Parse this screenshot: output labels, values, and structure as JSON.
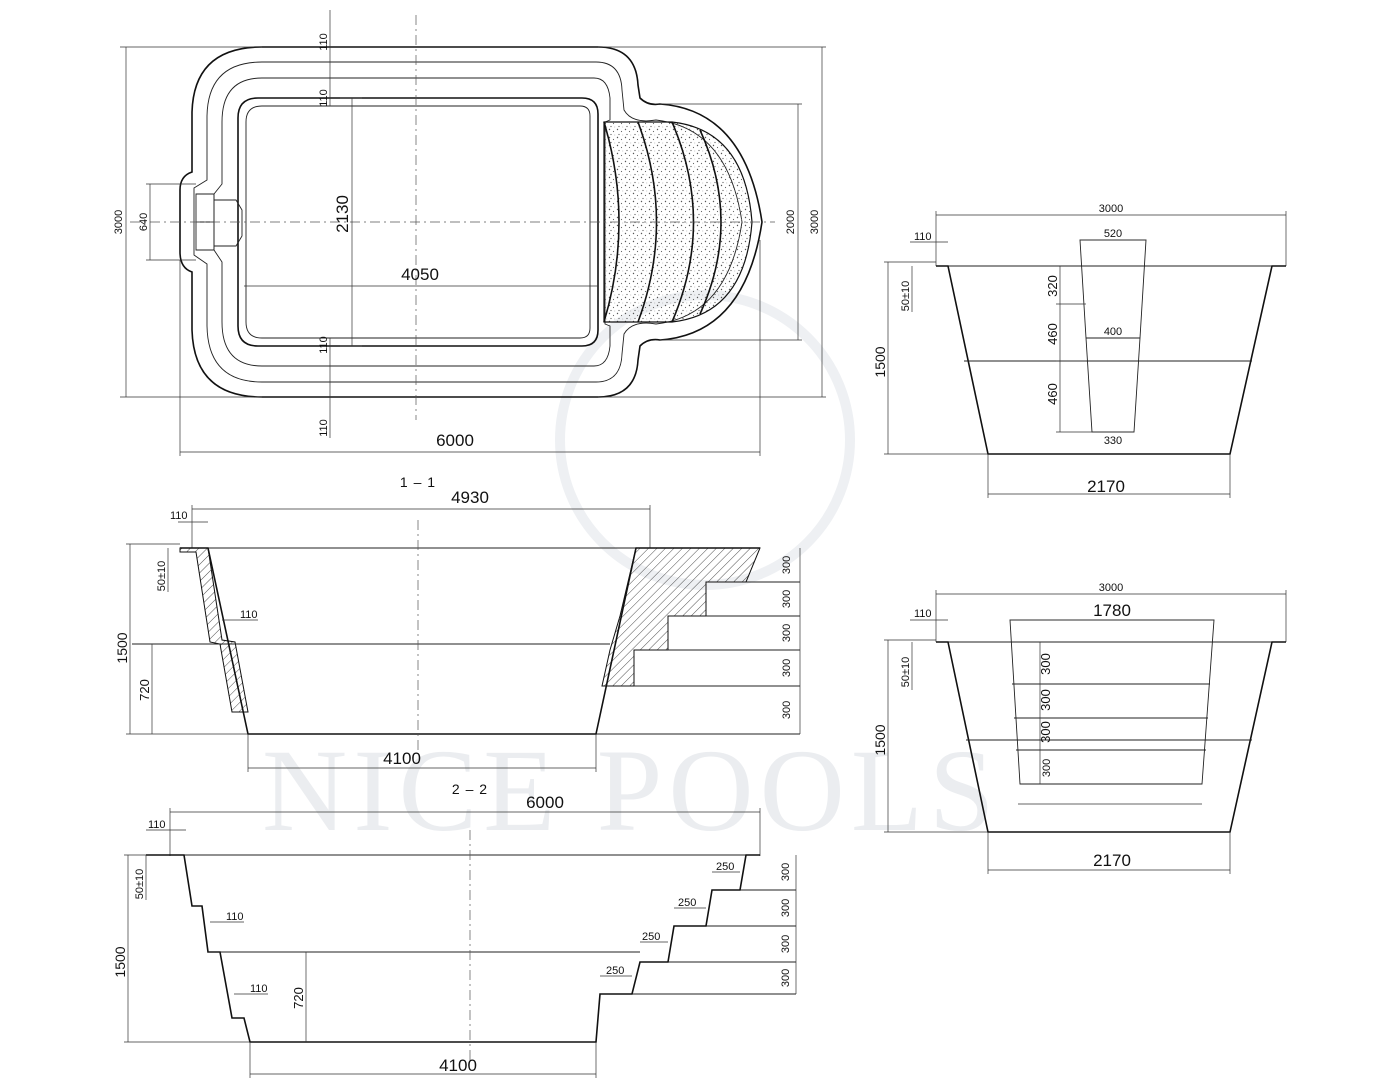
{
  "watermark": {
    "text": "NICE POOLS",
    "color": "#ebedf0"
  },
  "plan_view": {
    "overall_length": "6000",
    "overall_width": "3000",
    "basin_length": "4050",
    "basin_width": "2130",
    "step_area_width": "2000",
    "skimmer_width": "640",
    "rim_top": "110",
    "rim_inner_top": "110",
    "rim_inner_bottom": "110",
    "rim_bottom": "110"
  },
  "section_1_1": {
    "title": "1 – 1",
    "top_length": "4930",
    "bottom_length": "4100",
    "total_depth": "1500",
    "lower_depth": "720",
    "rim": "110",
    "ledge": "110",
    "tolerance": "50±10",
    "steps": [
      "300",
      "300",
      "300",
      "300",
      "300"
    ]
  },
  "section_2_2": {
    "title": "2 – 2",
    "top_length": "6000",
    "bottom_length": "4100",
    "total_depth": "1500",
    "lower_depth": "720",
    "rim": "110",
    "ledge_upper": "110",
    "ledge_lower": "110",
    "tolerance": "50±10",
    "step_treads": [
      "250",
      "250",
      "250",
      "250"
    ],
    "step_risers": [
      "300",
      "300",
      "300",
      "300"
    ]
  },
  "end_section_upper": {
    "top_width": "3000",
    "bottom_width": "2170",
    "total_depth": "1500",
    "rim": "110",
    "tolerance": "50±10",
    "skimmer_top": "520",
    "skimmer_mid": "400",
    "skimmer_bottom": "330",
    "skimmer_h1": "320",
    "skimmer_h2": "460",
    "skimmer_h3": "460"
  },
  "end_section_lower": {
    "top_width": "3000",
    "bottom_width": "2170",
    "steps_width": "1780",
    "total_depth": "1500",
    "rim": "110",
    "tolerance": "50±10",
    "steps": [
      "300",
      "300",
      "300",
      "300"
    ]
  }
}
